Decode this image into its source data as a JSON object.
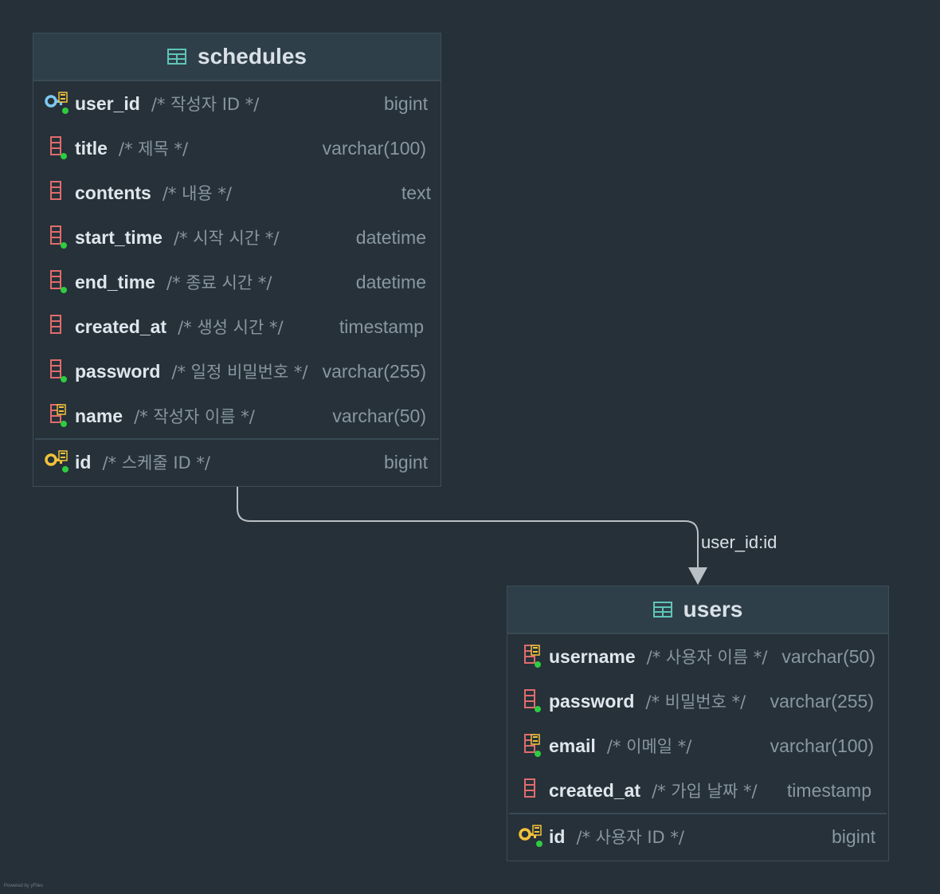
{
  "tables": {
    "schedules": {
      "name": "schedules",
      "columns": [
        {
          "name": "user_id",
          "comment": "/* 작성자 ID */",
          "type": "bigint",
          "icon": "foreign-key-icon"
        },
        {
          "name": "title",
          "comment": "/* 제목 */",
          "type": "varchar(100)",
          "icon": "column-not-null-icon"
        },
        {
          "name": "contents",
          "comment": "/* 내용 */",
          "type": "text",
          "icon": "column-icon"
        },
        {
          "name": "start_time",
          "comment": "/* 시작 시간 */",
          "type": "datetime",
          "icon": "column-not-null-icon"
        },
        {
          "name": "end_time",
          "comment": "/* 종료 시간 */",
          "type": "datetime",
          "icon": "column-not-null-icon"
        },
        {
          "name": "created_at",
          "comment": "/* 생성 시간 */",
          "type": "timestamp",
          "icon": "column-icon"
        },
        {
          "name": "password",
          "comment": "/* 일정 비밀번호 */",
          "type": "varchar(255)",
          "icon": "column-not-null-icon"
        },
        {
          "name": "name",
          "comment": "/* 작성자 이름 */",
          "type": "varchar(50)",
          "icon": "column-indexed-icon"
        }
      ],
      "primary_key": {
        "name": "id",
        "comment": "/* 스케줄 ID */",
        "type": "bigint",
        "icon": "primary-key-icon"
      }
    },
    "users": {
      "name": "users",
      "columns": [
        {
          "name": "username",
          "comment": "/* 사용자 이름 */",
          "type": "varchar(50)",
          "icon": "column-indexed-icon"
        },
        {
          "name": "password",
          "comment": "/* 비밀번호 */",
          "type": "varchar(255)",
          "icon": "column-not-null-icon"
        },
        {
          "name": "email",
          "comment": "/* 이메일 */",
          "type": "varchar(100)",
          "icon": "column-indexed-icon"
        },
        {
          "name": "created_at",
          "comment": "/* 가입 날짜 */",
          "type": "timestamp",
          "icon": "column-icon"
        }
      ],
      "primary_key": {
        "name": "id",
        "comment": "/* 사용자 ID */",
        "type": "bigint",
        "icon": "primary-key-icon"
      }
    }
  },
  "relation": {
    "label": "user_id:id"
  },
  "footer": {
    "powered_by": "Powered by yFiles"
  },
  "colors": {
    "background": "#263038",
    "header": "#2f3f4a",
    "table_icon": "#5fc5b5",
    "column_icon": "#e06c6c",
    "key_yellow": "#f2c33a",
    "key_blue": "#7ec8f0",
    "not_null_dot": "#2ecc40",
    "edge": "#b9c0c5"
  }
}
